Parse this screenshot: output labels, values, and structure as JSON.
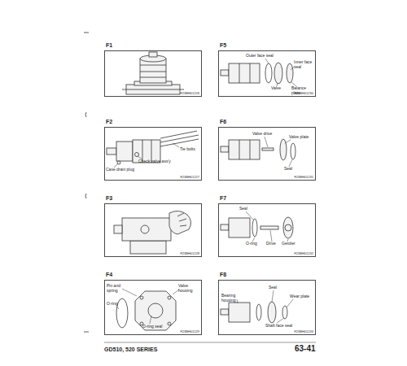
{
  "diagram": {
    "nodes": [
      {
        "text": [
          "F1",
          "F23BH01226"
        ]
      },
      {
        "text": [
          "F5",
          "F23BH01230"
        ]
      },
      {
        "text": [
          "F2",
          "F23BH01227"
        ]
      },
      {
        "text": [
          "F6",
          "F23BH01231"
        ]
      },
      {
        "text": [
          "F3",
          "F23BH01228"
        ]
      },
      {
        "text": [
          "F7",
          "F23BH01232"
        ]
      },
      {
        "text": [
          "F4",
          "F23BH01229"
        ]
      },
      {
        "text": [
          "F8",
          "F23BH01233"
        ]
      }
    ],
    "labels": [
      "Tie bolts",
      "Check valve ass'y",
      "Case drain plug",
      "Pin and spring",
      "Valve housing",
      "O-ring",
      "O-ring seal",
      "Outer face seal",
      "Inner face seal",
      "Valve",
      "Balance plate",
      "Valve drive",
      "Valve plate",
      "Seal",
      "Seal",
      "O-ring",
      "Drive",
      "Geroler",
      "Seal",
      "Bearing housing",
      "Wear plate",
      "Shaft face seal",
      "GD510, 520 SERIES",
      "63-41"
    ]
  }
}
